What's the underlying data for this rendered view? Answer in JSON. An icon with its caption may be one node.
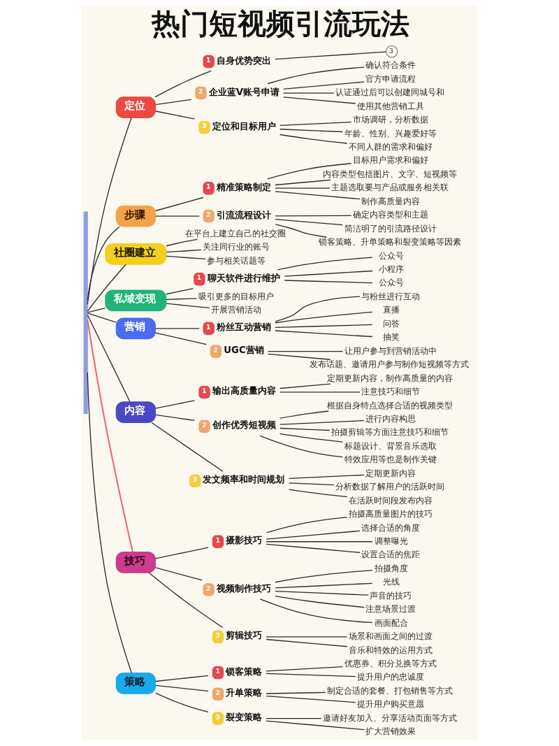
{
  "diagram": {
    "title": "热门短视频引流玩法",
    "nodes": [
      {
        "text": [],
        "shape": "bar"
      },
      {
        "text": [
          "定位"
        ]
      },
      {
        "text": [
          "1",
          "自身优势突出"
        ]
      },
      {
        "text": [
          "3"
        ]
      },
      {
        "text": [
          "2",
          "企业蓝V账号申请"
        ]
      },
      {
        "text": [
          "确认符合条件"
        ]
      },
      {
        "text": [
          "官方申请流程"
        ]
      },
      {
        "text": [
          "认证通过后可以创建同城号和"
        ]
      },
      {
        "text": [
          "使用其他营销工具"
        ]
      },
      {
        "text": [
          "3",
          "定位和目标用户"
        ]
      },
      {
        "text": [
          "市场调研，分析数据"
        ]
      },
      {
        "text": [
          "年龄、性别、兴趣爱好等"
        ]
      },
      {
        "text": [
          "不同人群的需求和偏好"
        ]
      },
      {
        "text": [
          "步骤"
        ]
      },
      {
        "text": [
          "1",
          "精准策略制定"
        ]
      },
      {
        "text": [
          "目标用户需求和偏好"
        ]
      },
      {
        "text": [
          "内容类型包括图片、文字、短视频等"
        ]
      },
      {
        "text": [
          "主题选取要与产品或服务相关联"
        ]
      },
      {
        "text": [
          "制作高质量内容"
        ]
      },
      {
        "text": [
          "2",
          "引流流程设计"
        ]
      },
      {
        "text": [
          "确定内容类型和主题"
        ]
      },
      {
        "text": [
          "简洁明了的引流路径设计"
        ]
      },
      {
        "text": [
          "锁客策略、升单策略和裂变策略等因素"
        ]
      },
      {
        "text": [
          "社圈建立"
        ]
      },
      {
        "text": [
          "在平台上建立自己的社交圈"
        ]
      },
      {
        "text": [
          "关注同行业的账号"
        ]
      },
      {
        "text": [
          "参与相关话题等"
        ]
      },
      {
        "text": [
          "私域变现"
        ]
      },
      {
        "text": [
          "1",
          "聊天软件进行维护"
        ]
      },
      {
        "text": [
          "公众号"
        ]
      },
      {
        "text": [
          "小程序"
        ]
      },
      {
        "text": [
          "公众号"
        ]
      },
      {
        "text": [
          "吸引更多的目标用户"
        ]
      },
      {
        "text": [
          "开展营销活动"
        ]
      },
      {
        "text": [
          "营销"
        ]
      },
      {
        "text": [
          "1",
          "粉丝互动营销"
        ]
      },
      {
        "text": [
          "与粉丝进行互动"
        ]
      },
      {
        "text": [
          "直播"
        ]
      },
      {
        "text": [
          "问答"
        ]
      },
      {
        "text": [
          "抽奖"
        ]
      },
      {
        "text": [
          "2",
          "UGC营销"
        ]
      },
      {
        "text": [
          "让用户参与到营销活动中"
        ]
      },
      {
        "text": [
          "发布话题、邀请用户参与制作短视频等方式"
        ]
      },
      {
        "text": [
          "内容"
        ]
      },
      {
        "text": [
          "1",
          "输出高质量内容"
        ]
      },
      {
        "text": [
          "定期更新内容，制作高质量的内容"
        ]
      },
      {
        "text": [
          "注意技巧和细节"
        ]
      },
      {
        "text": [
          "2",
          "创作优秀短视频"
        ]
      },
      {
        "text": [
          "根据自身特点选择合适的视频类型"
        ]
      },
      {
        "text": [
          "进行内容构思"
        ]
      },
      {
        "text": [
          "拍摄剪辑等方面注意技巧和细节"
        ]
      },
      {
        "text": [
          "标题设计、背景音乐选取"
        ]
      },
      {
        "text": [
          "特效应用等也是制作关键"
        ]
      },
      {
        "text": [
          "3",
          "发文频率和时间规划"
        ]
      },
      {
        "text": [
          "定期更新内容"
        ]
      },
      {
        "text": [
          "分析数据了解用户的活跃时间"
        ]
      },
      {
        "text": [
          "在活跃时间段发布内容"
        ]
      },
      {
        "text": [
          "技巧"
        ]
      },
      {
        "text": [
          "1",
          "摄影技巧"
        ]
      },
      {
        "text": [
          "拍摄高质量图片的技巧"
        ]
      },
      {
        "text": [
          "选择合适的角度"
        ]
      },
      {
        "text": [
          "调整曝光"
        ]
      },
      {
        "text": [
          "设置合适的焦距"
        ]
      },
      {
        "text": [
          "2",
          "视频制作技巧"
        ]
      },
      {
        "text": [
          "拍摄角度"
        ]
      },
      {
        "text": [
          "光线"
        ]
      },
      {
        "text": [
          "声音的技巧"
        ]
      },
      {
        "text": [
          "注意场景过渡"
        ]
      },
      {
        "text": [
          "画面配合"
        ]
      },
      {
        "text": [
          "3",
          "剪辑技巧"
        ]
      },
      {
        "text": [
          "场景和画面之间的过渡"
        ]
      },
      {
        "text": [
          "音乐和特效的运用方式"
        ]
      },
      {
        "text": [
          "策略"
        ]
      },
      {
        "text": [
          "1",
          "锁客策略"
        ]
      },
      {
        "text": [
          "优惠券、积分兑换等方式"
        ]
      },
      {
        "text": [
          "提升用户的忠诚度"
        ]
      },
      {
        "text": [
          "2",
          "升单策略"
        ]
      },
      {
        "text": [
          "制定合适的套餐、打包销售等方式"
        ]
      },
      {
        "text": [
          "提升用户购买意愿"
        ]
      },
      {
        "text": [
          "3",
          "裂变策略"
        ]
      },
      {
        "text": [
          "邀请好友加入、分享活动页面等方式"
        ]
      },
      {
        "text": [
          "扩大营销效果"
        ]
      }
    ],
    "edges": [
      {
        "from": 0,
        "to": 1,
        "arrow": "none"
      },
      {
        "from": 1,
        "to": 2,
        "arrow": "none"
      },
      {
        "from": 2,
        "to": 3,
        "arrow": "none"
      },
      {
        "from": 1,
        "to": 4,
        "arrow": "none"
      },
      {
        "from": 4,
        "to": 5,
        "arrow": "none"
      },
      {
        "from": 4,
        "to": 6,
        "arrow": "none"
      },
      {
        "from": 4,
        "to": 7,
        "arrow": "none"
      },
      {
        "from": 4,
        "to": 8,
        "arrow": "none"
      },
      {
        "from": 1,
        "to": 9,
        "arrow": "none"
      },
      {
        "from": 9,
        "to": 10,
        "arrow": "none"
      },
      {
        "from": 9,
        "to": 11,
        "arrow": "none"
      },
      {
        "from": 9,
        "to": 12,
        "arrow": "none"
      },
      {
        "from": 0,
        "to": 13,
        "arrow": "none"
      },
      {
        "from": 13,
        "to": 14,
        "arrow": "none"
      },
      {
        "from": 14,
        "to": 15,
        "arrow": "none"
      },
      {
        "from": 14,
        "to": 16,
        "arrow": "none"
      },
      {
        "from": 14,
        "to": 17,
        "arrow": "none"
      },
      {
        "from": 14,
        "to": 18,
        "arrow": "none"
      },
      {
        "from": 13,
        "to": 19,
        "arrow": "none"
      },
      {
        "from": 19,
        "to": 20,
        "arrow": "none"
      },
      {
        "from": 19,
        "to": 21,
        "arrow": "none"
      },
      {
        "from": 19,
        "to": 22,
        "arrow": "none"
      },
      {
        "from": 0,
        "to": 23,
        "arrow": "none"
      },
      {
        "from": 23,
        "to": 24,
        "arrow": "none"
      },
      {
        "from": 23,
        "to": 25,
        "arrow": "none"
      },
      {
        "from": 23,
        "to": 26,
        "arrow": "none"
      },
      {
        "from": 0,
        "to": 27,
        "arrow": "none"
      },
      {
        "from": 27,
        "to": 28,
        "arrow": "none"
      },
      {
        "from": 28,
        "to": 29,
        "arrow": "none"
      },
      {
        "from": 28,
        "to": 30,
        "arrow": "none"
      },
      {
        "from": 28,
        "to": 31,
        "arrow": "none"
      },
      {
        "from": 27,
        "to": 32,
        "arrow": "none"
      },
      {
        "from": 27,
        "to": 33,
        "arrow": "none"
      },
      {
        "from": 0,
        "to": 34,
        "arrow": "none"
      },
      {
        "from": 34,
        "to": 35,
        "arrow": "none"
      },
      {
        "from": 35,
        "to": 36,
        "arrow": "none"
      },
      {
        "from": 35,
        "to": 37,
        "arrow": "none"
      },
      {
        "from": 35,
        "to": 38,
        "arrow": "none"
      },
      {
        "from": 35,
        "to": 39,
        "arrow": "none"
      },
      {
        "from": 34,
        "to": 40,
        "arrow": "none"
      },
      {
        "from": 40,
        "to": 41,
        "arrow": "none"
      },
      {
        "from": 40,
        "to": 42,
        "arrow": "none"
      },
      {
        "from": 0,
        "to": 43,
        "arrow": "none"
      },
      {
        "from": 43,
        "to": 44,
        "arrow": "none"
      },
      {
        "from": 44,
        "to": 45,
        "arrow": "none"
      },
      {
        "from": 44,
        "to": 46,
        "arrow": "none"
      },
      {
        "from": 43,
        "to": 47,
        "arrow": "none"
      },
      {
        "from": 47,
        "to": 48,
        "arrow": "none"
      },
      {
        "from": 47,
        "to": 49,
        "arrow": "none"
      },
      {
        "from": 47,
        "to": 50,
        "arrow": "none"
      },
      {
        "from": 47,
        "to": 51,
        "arrow": "none"
      },
      {
        "from": 47,
        "to": 52,
        "arrow": "none"
      },
      {
        "from": 43,
        "to": 53,
        "arrow": "none"
      },
      {
        "from": 53,
        "to": 54,
        "arrow": "none"
      },
      {
        "from": 53,
        "to": 55,
        "arrow": "none"
      },
      {
        "from": 53,
        "to": 56,
        "arrow": "none"
      },
      {
        "from": 0,
        "to": 57,
        "arrow": "none",
        "color": "#e8666f"
      },
      {
        "from": 57,
        "to": 58,
        "arrow": "none"
      },
      {
        "from": 58,
        "to": 59,
        "arrow": "none"
      },
      {
        "from": 58,
        "to": 60,
        "arrow": "none"
      },
      {
        "from": 58,
        "to": 61,
        "arrow": "none"
      },
      {
        "from": 58,
        "to": 62,
        "arrow": "none"
      },
      {
        "from": 57,
        "to": 63,
        "arrow": "none"
      },
      {
        "from": 63,
        "to": 64,
        "arrow": "none"
      },
      {
        "from": 63,
        "to": 65,
        "arrow": "none"
      },
      {
        "from": 63,
        "to": 66,
        "arrow": "none"
      },
      {
        "from": 63,
        "to": 67,
        "arrow": "none"
      },
      {
        "from": 63,
        "to": 68,
        "arrow": "none"
      },
      {
        "from": 57,
        "to": 69,
        "arrow": "none"
      },
      {
        "from": 69,
        "to": 70,
        "arrow": "none"
      },
      {
        "from": 69,
        "to": 71,
        "arrow": "none"
      },
      {
        "from": 0,
        "to": 72,
        "arrow": "none"
      },
      {
        "from": 72,
        "to": 73,
        "arrow": "none"
      },
      {
        "from": 73,
        "to": 74,
        "arrow": "none"
      },
      {
        "from": 73,
        "to": 75,
        "arrow": "none"
      },
      {
        "from": 72,
        "to": 76,
        "arrow": "none"
      },
      {
        "from": 76,
        "to": 77,
        "arrow": "none"
      },
      {
        "from": 76,
        "to": 78,
        "arrow": "none"
      },
      {
        "from": 72,
        "to": 79,
        "arrow": "none"
      },
      {
        "from": 79,
        "to": 80,
        "arrow": "none"
      },
      {
        "from": 79,
        "to": 81,
        "arrow": "none"
      }
    ]
  }
}
